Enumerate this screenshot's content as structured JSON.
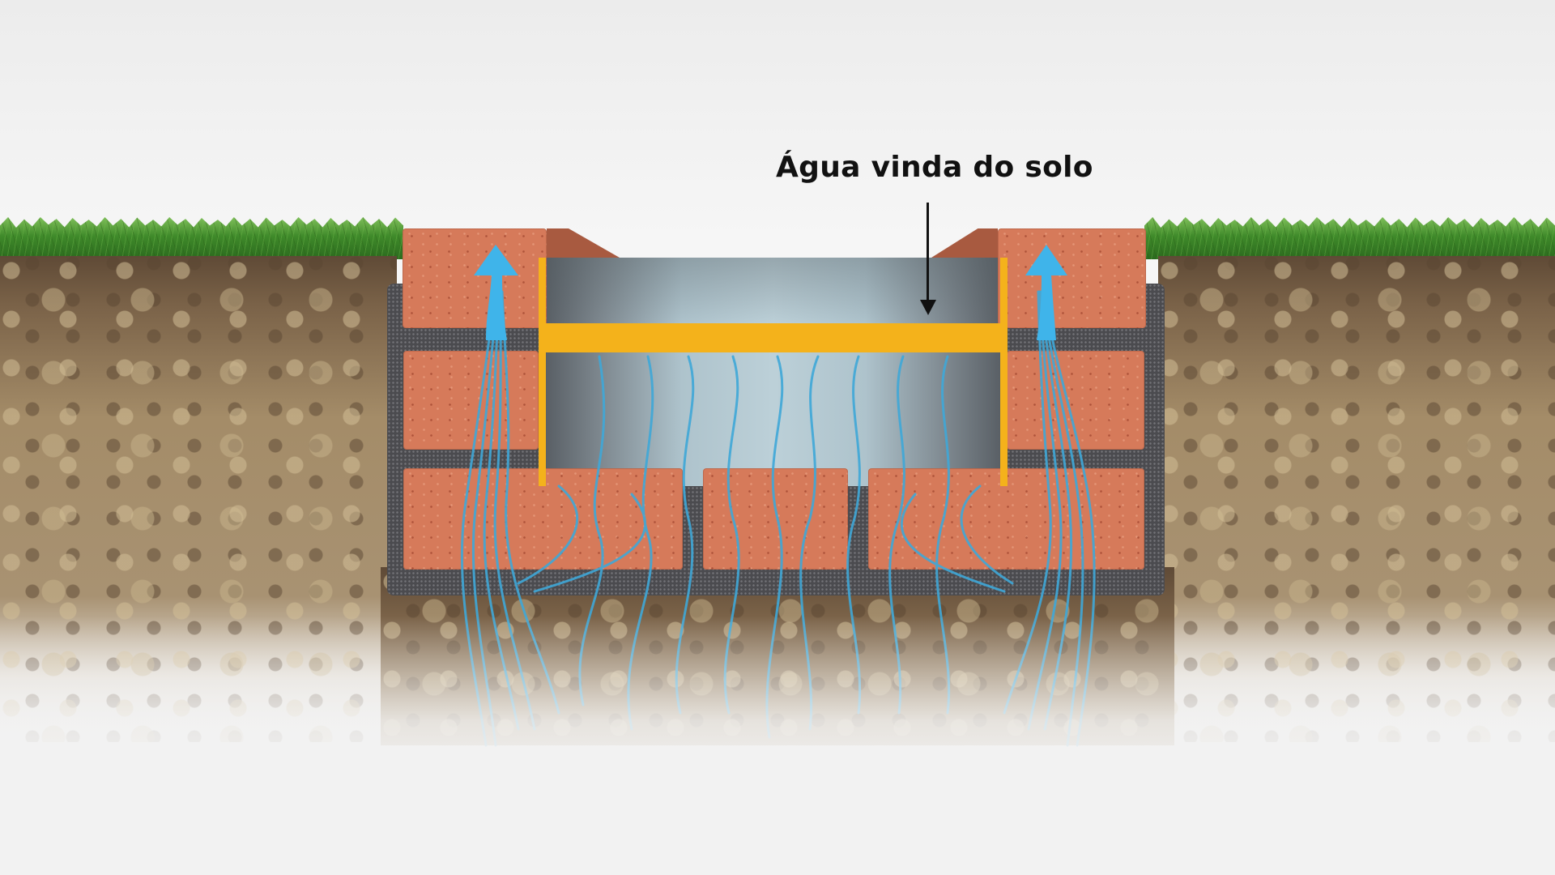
{
  "diagram": {
    "label": "Água vinda do solo",
    "subject": "rising damp through brick foundation",
    "elements": {
      "ground": "grass and soil cross-section",
      "wall": "brick wall with mortar joints",
      "frame": "yellow beam/frame across wall opening",
      "flows": "blue capillary water lines rising from soil through bricks",
      "arrows": [
        "up-arrow-left",
        "up-arrow-right"
      ],
      "pointer": "black arrow pointing down to wall top"
    },
    "colors": {
      "brick": "#d67a5a",
      "mortar": "#4b4b4f",
      "beam": "#f4b21b",
      "water": "#3fa8d8",
      "grass": "#3f8a2a",
      "soil": "#a48c68",
      "background": "#f2f2f2"
    }
  }
}
